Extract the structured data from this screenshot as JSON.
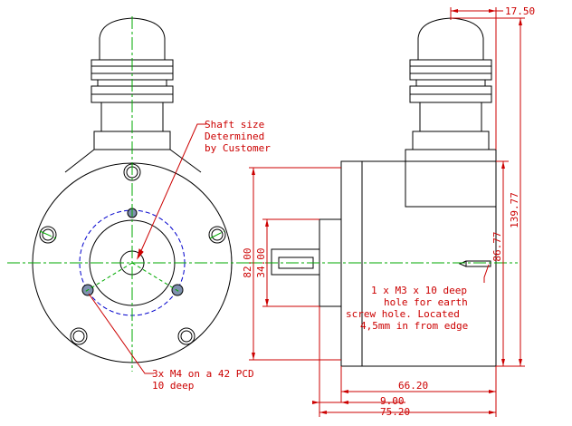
{
  "dimensions": {
    "d_17_50": "17.50",
    "d_139_77": "139.77",
    "d_86_77": "86.77",
    "d_82_00": "82.00",
    "d_34_00": "34.00",
    "d_66_20": "66.20",
    "d_9_00": "9.00",
    "d_75_20": "75.20"
  },
  "notes": {
    "shaft_note": [
      "Shaft size",
      "Determined",
      "by Customer"
    ],
    "earth_note": [
      "1 x M3 x 10 deep",
      "hole for earth",
      "screw hole. Located",
      "4,5mm in from edge"
    ],
    "pcd_note": [
      "3x M4 on a 42 PCD",
      "10 deep"
    ]
  },
  "colors": {
    "outline": "#000000",
    "dimension": "#cc0000",
    "centerline": "#00aa00",
    "pcd_circle": "#0000cc",
    "hole_fill": "#8090b0"
  }
}
